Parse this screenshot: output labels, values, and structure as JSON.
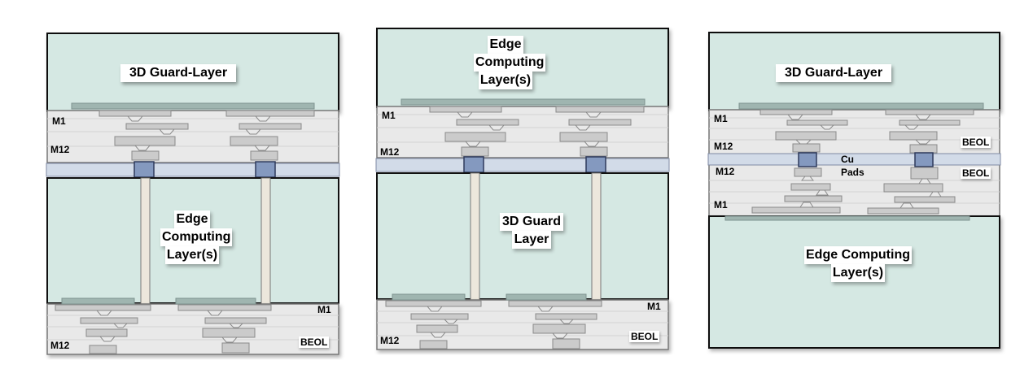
{
  "colors": {
    "die": "#d5e8e3",
    "beol": "#e9e9e9",
    "metal": "#cbcbcb",
    "metal_stroke": "#8a8a8a",
    "bond_layer": "#d2dbe8",
    "pad": "#8499bf",
    "pad_stroke": "#2e3a5c",
    "tsv": "#ece7dc",
    "top_plate": "#9fb5b0"
  },
  "panels": [
    {
      "id": "a",
      "top_die_label": "3D Guard-Layer",
      "bottom_die_label": "Edge Computing Layer(s)",
      "labels": {
        "m1_top": "M1",
        "m12_top": "M12",
        "m1_bottom": "M1",
        "m12_bottom": "M12",
        "beol": "BEOL"
      }
    },
    {
      "id": "b",
      "top_die_label": "Edge Computing Layer(s)",
      "bottom_die_label": "3D Guard Layer",
      "labels": {
        "m1_top": "M1",
        "m12_top": "M12",
        "m1_bottom": "M1",
        "m12_bottom": "M12",
        "beol": "BEOL"
      }
    },
    {
      "id": "c",
      "top_die_label": "3D Guard-Layer",
      "bottom_die_label": "Edge Computing Layer(s)",
      "labels": {
        "m1_top": "M1",
        "m12_top": "M12",
        "m12_bottom": "M12",
        "m1_bottom": "M1",
        "beol_top": "BEOL",
        "beol_bottom": "BEOL",
        "cu_pads_1": "Cu",
        "cu_pads_2": "Pads"
      }
    }
  ],
  "text": {
    "p1_top_1": "3D Guard-Layer",
    "p1_bot_1": "Edge",
    "p1_bot_2": "Computing",
    "p1_bot_3": "Layer(s)",
    "p2_top_1": "Edge",
    "p2_top_2": "Computing",
    "p2_top_3": "Layer(s)",
    "p2_bot_1": "3D Guard",
    "p2_bot_2": "Layer",
    "p3_top_1": "3D Guard-Layer",
    "p3_bot_1": "Edge Computing",
    "p3_bot_2": "Layer(s)"
  }
}
